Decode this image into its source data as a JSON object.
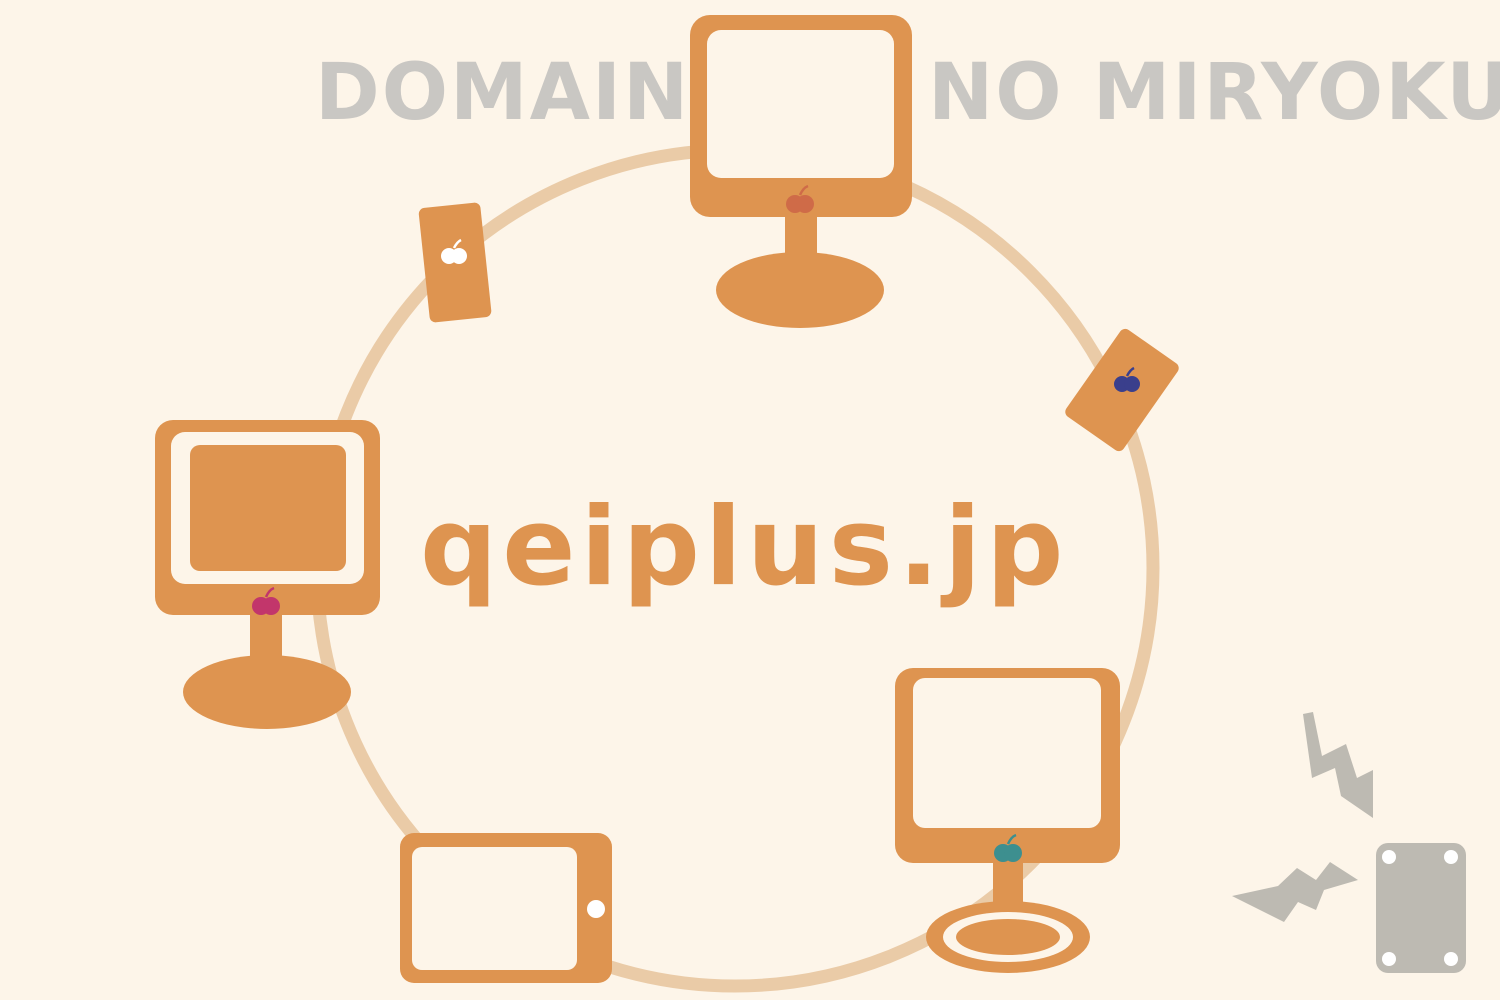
{
  "title": {
    "left": "DOMAIN",
    "right": "NO MIRYOKU"
  },
  "domain": "qeiplus.jp",
  "colors": {
    "background": "#fdf5e9",
    "device": "#de9450",
    "ring": "#eacba7",
    "title": "#c9c7c3",
    "gray_device": "#bdbab2",
    "apple_top": "#cf6b48",
    "apple_left": "#c2366b",
    "apple_phone_right": "#3a3f8c",
    "apple_bottom_right": "#3d8f8f",
    "apple_phone_left": "#ffffff"
  },
  "icons": [
    "desktop-monitor-icon",
    "smartphone-icon",
    "tablet-icon",
    "apple-logo-icon",
    "lightning-bolt-icon",
    "broken-phone-icon"
  ]
}
